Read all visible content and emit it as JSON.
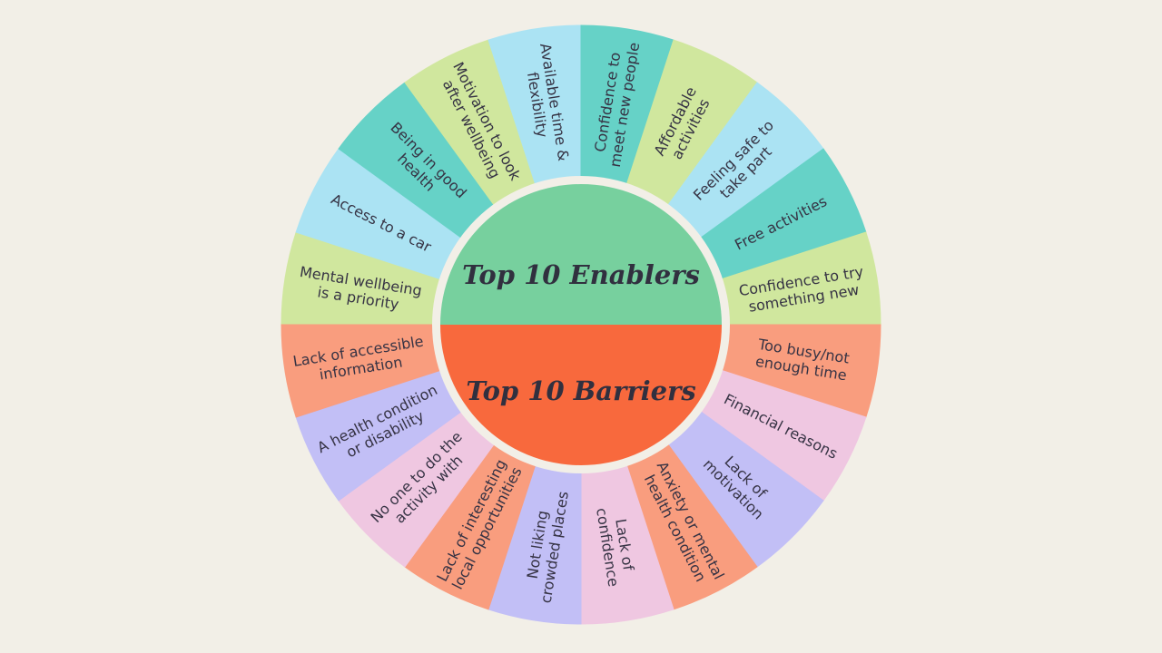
{
  "background_color": "#f2efe7",
  "label_text_color": "#363344",
  "title_text_color": "#31303f",
  "gap_ring_color": "#f2efe7",
  "enablers": {
    "title": "Top 10 Enablers",
    "center_color": "#77d09e",
    "palette": [
      "#d0e79e",
      "#abe3f3",
      "#66d2c7"
    ],
    "items": [
      "Mental wellbeing\nis a priority",
      "Access to a car",
      "Being in good\nhealth",
      "Motivation to look\nafter wellbeing",
      "Available time &\nflexibility",
      "Confidence to\nmeet new people",
      "Affordable\nactivities",
      "Feeling safe to\ntake part",
      "Free activities",
      "Confidence to try\nsomething new"
    ]
  },
  "barriers": {
    "title": "Top 10 Barriers",
    "center_color": "#f8693d",
    "palette": [
      "#f99d7e",
      "#efc7e1",
      "#c2bff6"
    ],
    "items": [
      "Too busy/not\nenough time",
      "Financial reasons",
      "Lack of\nmotivation",
      "Anxiety or mental\nhealth condition",
      "Lack of\nconfidence",
      "Not liking\ncrowded places",
      "Lack of interesting\nlocal opportunities",
      "No one to do the\nactivity with",
      "A health condition\nor disability",
      "Lack of accessible\ninformation"
    ]
  }
}
